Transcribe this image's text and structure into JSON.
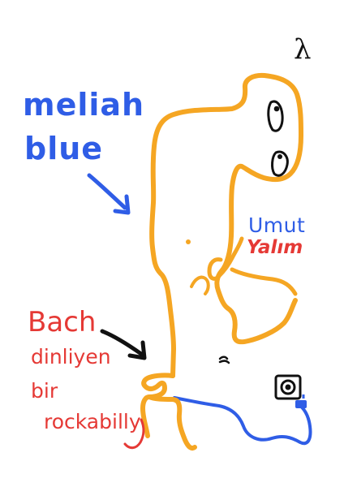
{
  "labels": {
    "symbol": "λ",
    "title_line1": "meliah",
    "title_line2": "blue",
    "artist_first": "Umut",
    "artist_last": "Yalım",
    "caption_line1": "Bach",
    "caption_line2": "dinliyen",
    "caption_line3": "bir",
    "caption_line4": "rockabilly"
  },
  "colors": {
    "background": "#ffffff",
    "blue": "#2f5de6",
    "red": "#e53935",
    "orange": "#f5a623",
    "black": "#111111"
  },
  "icons": {
    "eye_top": "eye-icon",
    "eye_bottom": "eye-icon",
    "speaker": "speaker-icon",
    "plug": "plug-icon",
    "arrow_blue": "arrow-icon",
    "arrow_black": "arrow-icon"
  }
}
